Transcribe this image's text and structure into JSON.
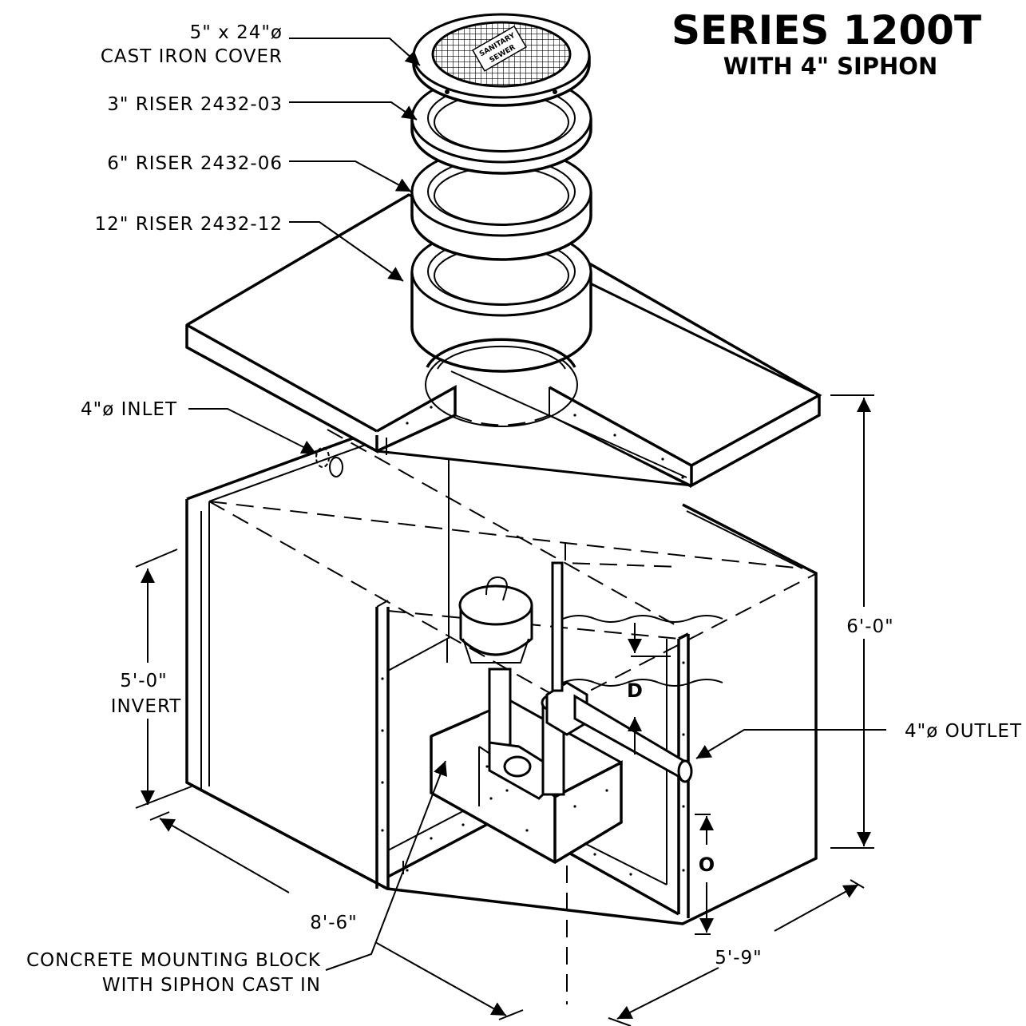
{
  "title": {
    "main": "SERIES 1200T",
    "sub": "WITH 4\" SIPHON"
  },
  "labels": {
    "cover_line1": "5\" x 24\"ø",
    "cover_line2": "CAST IRON COVER",
    "cover_text_line1": "SANITARY",
    "cover_text_line2": "SEWER",
    "riser3": "3\" RISER 2432-03",
    "riser6": "6\" RISER 2432-06",
    "riser12": "12\" RISER 2432-12",
    "inlet": "4\"ø INLET",
    "outlet": "4\"ø OUTLET",
    "block_line1": "CONCRETE MOUNTING BLOCK",
    "block_line2": "WITH SIPHON CAST IN"
  },
  "dimensions": {
    "height_total": "6'-0\"",
    "invert_value": "5'-0\"",
    "invert_label": "INVERT",
    "length": "8'-6\"",
    "width": "5'-9\"",
    "d": "D",
    "o": "O"
  }
}
